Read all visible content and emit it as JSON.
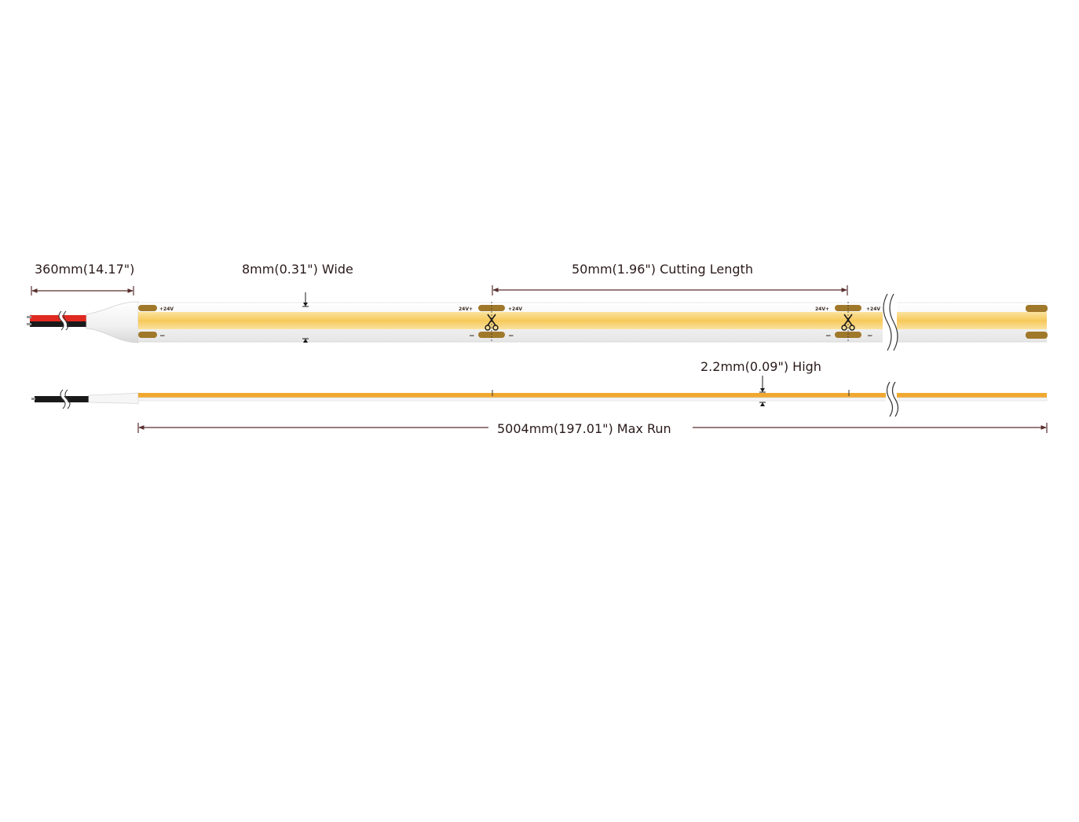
{
  "dimensions": {
    "lead_length": "360mm(14.17\")",
    "width": "8mm(0.31\") Wide",
    "cutting_length": "50mm(1.96\") Cutting Length",
    "height": "2.2mm(0.09\") High",
    "max_run": "5004mm(197.01\") Max Run"
  },
  "pad_labels": {
    "positive_right": "+24V",
    "positive_left": "24V+",
    "negative": "−"
  },
  "icons": {
    "cut_mark": "scissors-icon",
    "break": "break-mark-icon"
  },
  "colors": {
    "led_strip": "#f6c85a",
    "led_strip_side": "#f0a830",
    "pcb": "#f2f2f2",
    "copper_pad": "#a0782a",
    "wire_red": "#e02a20",
    "wire_black": "#1a1a1a",
    "dimension_line": "#5a2e2e"
  }
}
